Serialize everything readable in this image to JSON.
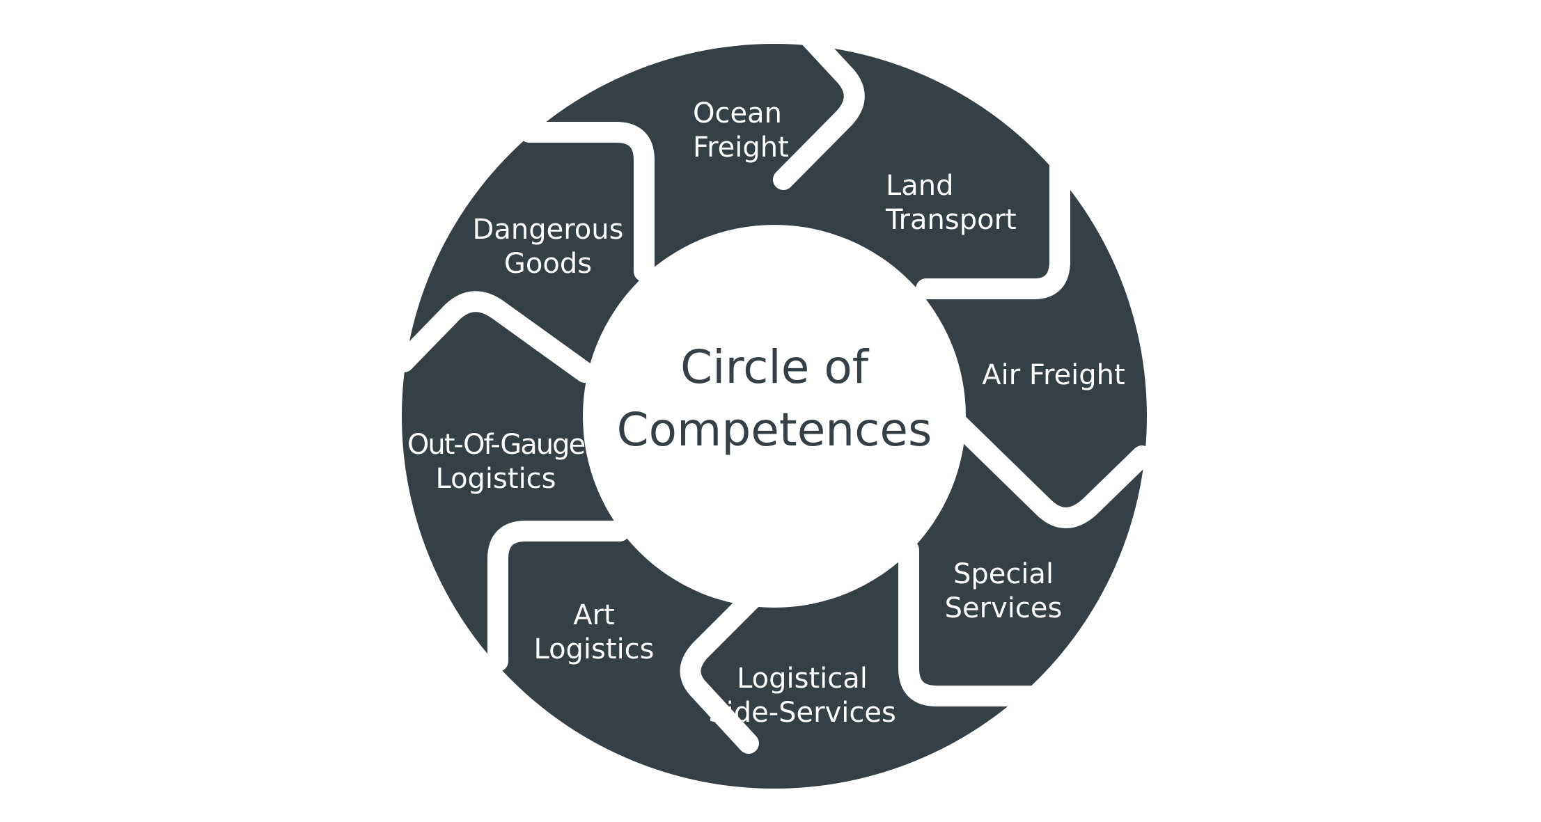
{
  "center": {
    "line1": "Circle of",
    "line2": "Competences"
  },
  "segments": [
    {
      "line1": "Ocean",
      "line2": "Freight"
    },
    {
      "line1": "Land",
      "line2": "Transport"
    },
    {
      "line1": "Air Freight",
      "line2": ""
    },
    {
      "line1": "Special",
      "line2": "Services"
    },
    {
      "line1": "Logistical",
      "line2": "Side-Services"
    },
    {
      "line1": "Art",
      "line2": "Logistics"
    },
    {
      "line1": "Out-Of-Gauge",
      "line2": "Logistics"
    },
    {
      "line1": "Dangerous",
      "line2": "Goods"
    }
  ],
  "colors": {
    "segment_fill": "#353f46",
    "background": "#ffffff",
    "center_text": "#353f46",
    "segment_text": "#ffffff"
  }
}
